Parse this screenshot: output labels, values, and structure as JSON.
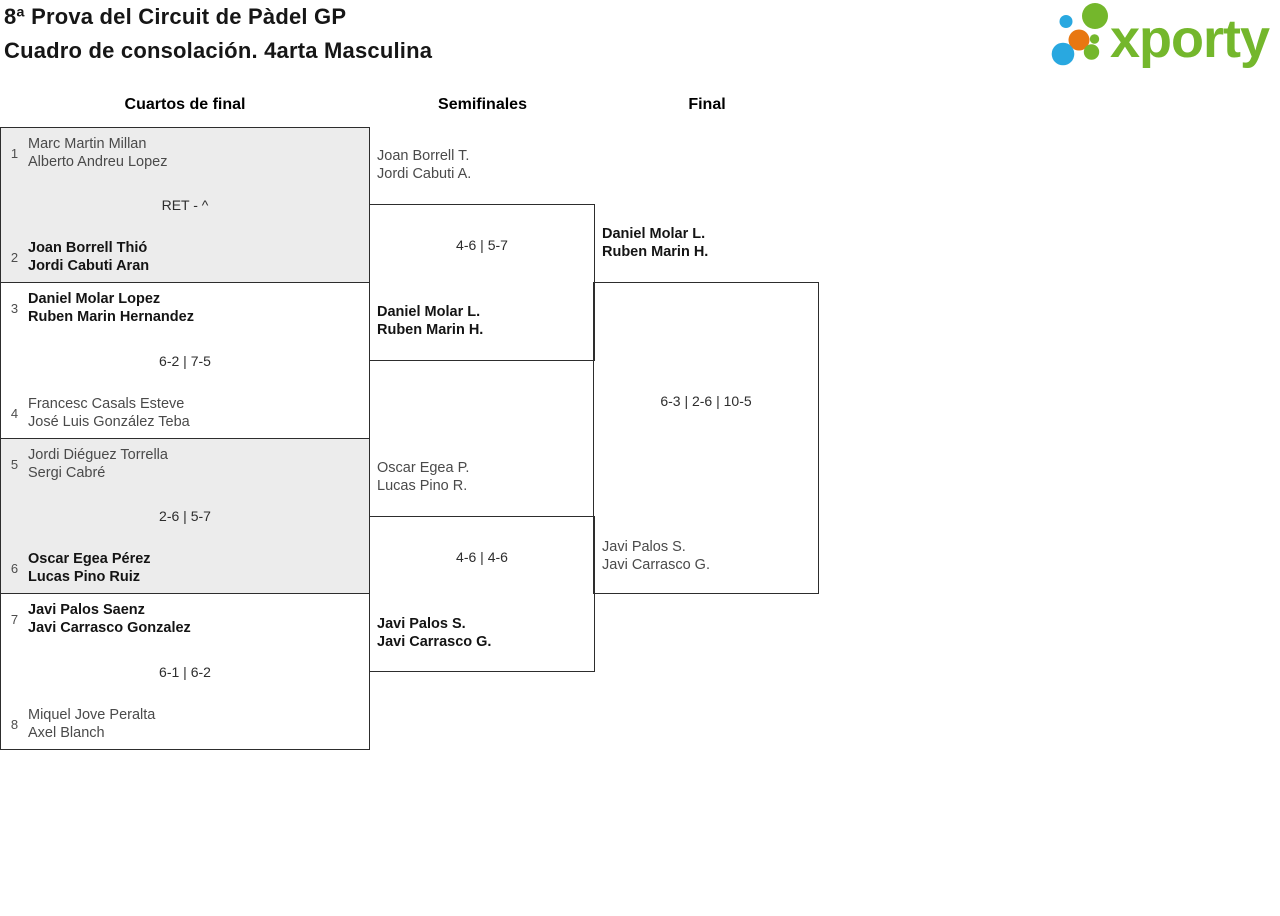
{
  "header": {
    "title_line1": "8ª Prova del Circuit de Pàdel GP",
    "title_line2": "Cuadro de consolación. 4arta Masculina",
    "logo": {
      "text": "xporty",
      "colors": {
        "green": "#74b72c",
        "blue": "#29a8e0",
        "orange": "#e87711"
      }
    }
  },
  "rounds": {
    "quarterfinals": "Cuartos de final",
    "semifinals": "Semifinales",
    "final": "Final"
  },
  "quarterfinals": [
    {
      "seed_top": "1",
      "top1": "Marc Martin Millan",
      "top2": "Alberto Andreu Lopez",
      "score": "RET - ^",
      "seed_bottom": "2",
      "bottom1": "Joan Borrell Thió",
      "bottom2": "Jordi Cabuti Aran",
      "winner": "bottom"
    },
    {
      "seed_top": "3",
      "top1": "Daniel Molar Lopez",
      "top2": "Ruben Marin Hernandez",
      "score": "6-2 | 7-5",
      "seed_bottom": "4",
      "bottom1": "Francesc Casals Esteve",
      "bottom2": "José Luis González Teba",
      "winner": "top"
    },
    {
      "seed_top": "5",
      "top1": "Jordi Diéguez Torrella",
      "top2": "Sergi Cabré",
      "score": "2-6 | 5-7",
      "seed_bottom": "6",
      "bottom1": "Oscar Egea Pérez",
      "bottom2": "Lucas Pino Ruiz",
      "winner": "bottom"
    },
    {
      "seed_top": "7",
      "top1": "Javi Palos Saenz",
      "top2": "Javi Carrasco Gonzalez",
      "score": "6-1 | 6-2",
      "seed_bottom": "8",
      "bottom1": "Miquel Jove Peralta",
      "bottom2": "Axel Blanch",
      "winner": "top"
    }
  ],
  "semifinals": [
    {
      "top1": "Joan Borrell T.",
      "top2": "Jordi Cabuti A.",
      "score": "4-6 | 5-7",
      "bottom1": "Daniel Molar L.",
      "bottom2": "Ruben Marin H.",
      "winner": "bottom"
    },
    {
      "top1": "Oscar Egea P.",
      "top2": "Lucas Pino R.",
      "score": "4-6 | 4-6",
      "bottom1": "Javi Palos S.",
      "bottom2": "Javi Carrasco G.",
      "winner": "bottom"
    }
  ],
  "final": {
    "top1": "Daniel Molar L.",
    "top2": "Ruben Marin H.",
    "score": "6-3 | 2-6 | 10-5",
    "bottom1": "Javi Palos S.",
    "bottom2": "Javi Carrasco G.",
    "winner": "top"
  }
}
